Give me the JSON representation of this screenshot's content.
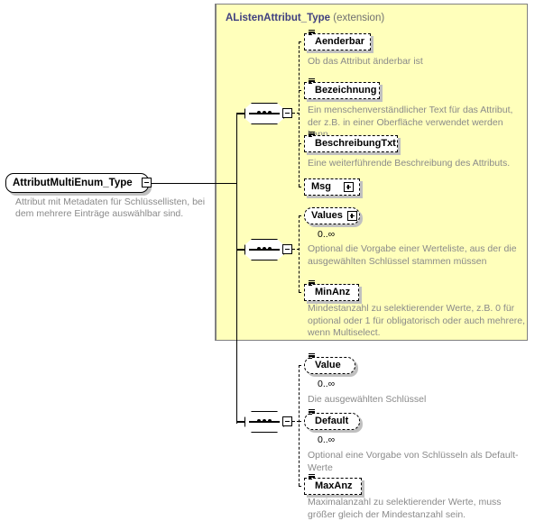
{
  "diagram": {
    "kind": "xsd-schema-diagram",
    "root": {
      "name": "AttributMultiEnum_Type",
      "documentation": "Attribut mit Metadaten für Schlüssellisten, bei dem mehrere Einträge auswählbar sind.",
      "expander": "minus"
    },
    "extension_panel": {
      "type_name": "AListenAttribut_Type",
      "kind_label": "(extension)"
    },
    "compositors": [
      {
        "id": "seq-1",
        "type": "sequence",
        "expander": "minus",
        "scope": "extension"
      },
      {
        "id": "seq-2",
        "type": "sequence",
        "expander": "minus",
        "scope": "extension"
      },
      {
        "id": "seq-3",
        "type": "sequence",
        "expander": "minus",
        "scope": "own"
      }
    ],
    "groups": [
      {
        "id": "group-1",
        "compositor": "seq-1",
        "in_extension": true,
        "nodes": [
          {
            "name": "Aenderbar",
            "shape": "rect",
            "icon": "attribute-lines-icon",
            "expander": null,
            "cardinality": null,
            "documentation": "Ob das Attribut änderbar ist"
          },
          {
            "name": "Bezeichnung",
            "shape": "rect",
            "icon": "attribute-lines-icon",
            "expander": null,
            "cardinality": null,
            "documentation": "Ein menschenverständlicher Text für das Attribut, der z.B. in einer Oberfläche verwendet werden kann."
          },
          {
            "name": "BeschreibungTxt",
            "shape": "rect",
            "icon": "attribute-lines-icon",
            "expander": null,
            "cardinality": null,
            "documentation": "Eine weiterführende Beschreibung des Attributs."
          },
          {
            "name": "Msg",
            "shape": "rect",
            "icon": null,
            "expander": "plus",
            "cardinality": null,
            "documentation": null
          }
        ]
      },
      {
        "id": "group-2",
        "compositor": "seq-2",
        "in_extension": true,
        "nodes": [
          {
            "name": "Values",
            "shape": "rounded",
            "icon": null,
            "expander": "plus",
            "cardinality": "0..∞",
            "documentation": "Optional die Vorgabe einer Werteliste, aus der die ausgewählten Schlüssel stammen müssen"
          },
          {
            "name": "MinAnz",
            "shape": "rect",
            "icon": "attribute-lines-icon",
            "expander": null,
            "cardinality": null,
            "documentation": "Mindestanzahl zu selektierender Werte, z.B. 0 für optional oder 1 für obligatorisch oder auch mehrere, wenn Multiselect."
          }
        ]
      },
      {
        "id": "group-3",
        "compositor": "seq-3",
        "in_extension": false,
        "nodes": [
          {
            "name": "Value",
            "shape": "rounded",
            "icon": "attribute-lines-icon",
            "expander": null,
            "cardinality": "0..∞",
            "documentation": "Die ausgewählten Schlüssel"
          },
          {
            "name": "Default",
            "shape": "rounded",
            "icon": "attribute-lines-icon",
            "expander": null,
            "cardinality": "0..∞",
            "documentation": "Optional eine Vorgabe von Schlüsseln als Default-Werte"
          },
          {
            "name": "MaxAnz",
            "shape": "rect",
            "icon": "attribute-lines-icon",
            "expander": null,
            "cardinality": null,
            "documentation": "Maximalanzahl zu selektierender Werte, muss größer gleich der Mindestanzahl sein."
          }
        ]
      }
    ],
    "colors": {
      "extension_background": "#ffffbb",
      "extension_border": "#808080",
      "type_name": "#404080",
      "documentation_text": "#8a8a8a",
      "node_border": "#000000",
      "node_shadow": "#c0c0c0",
      "page_background": "#ffffff"
    }
  }
}
